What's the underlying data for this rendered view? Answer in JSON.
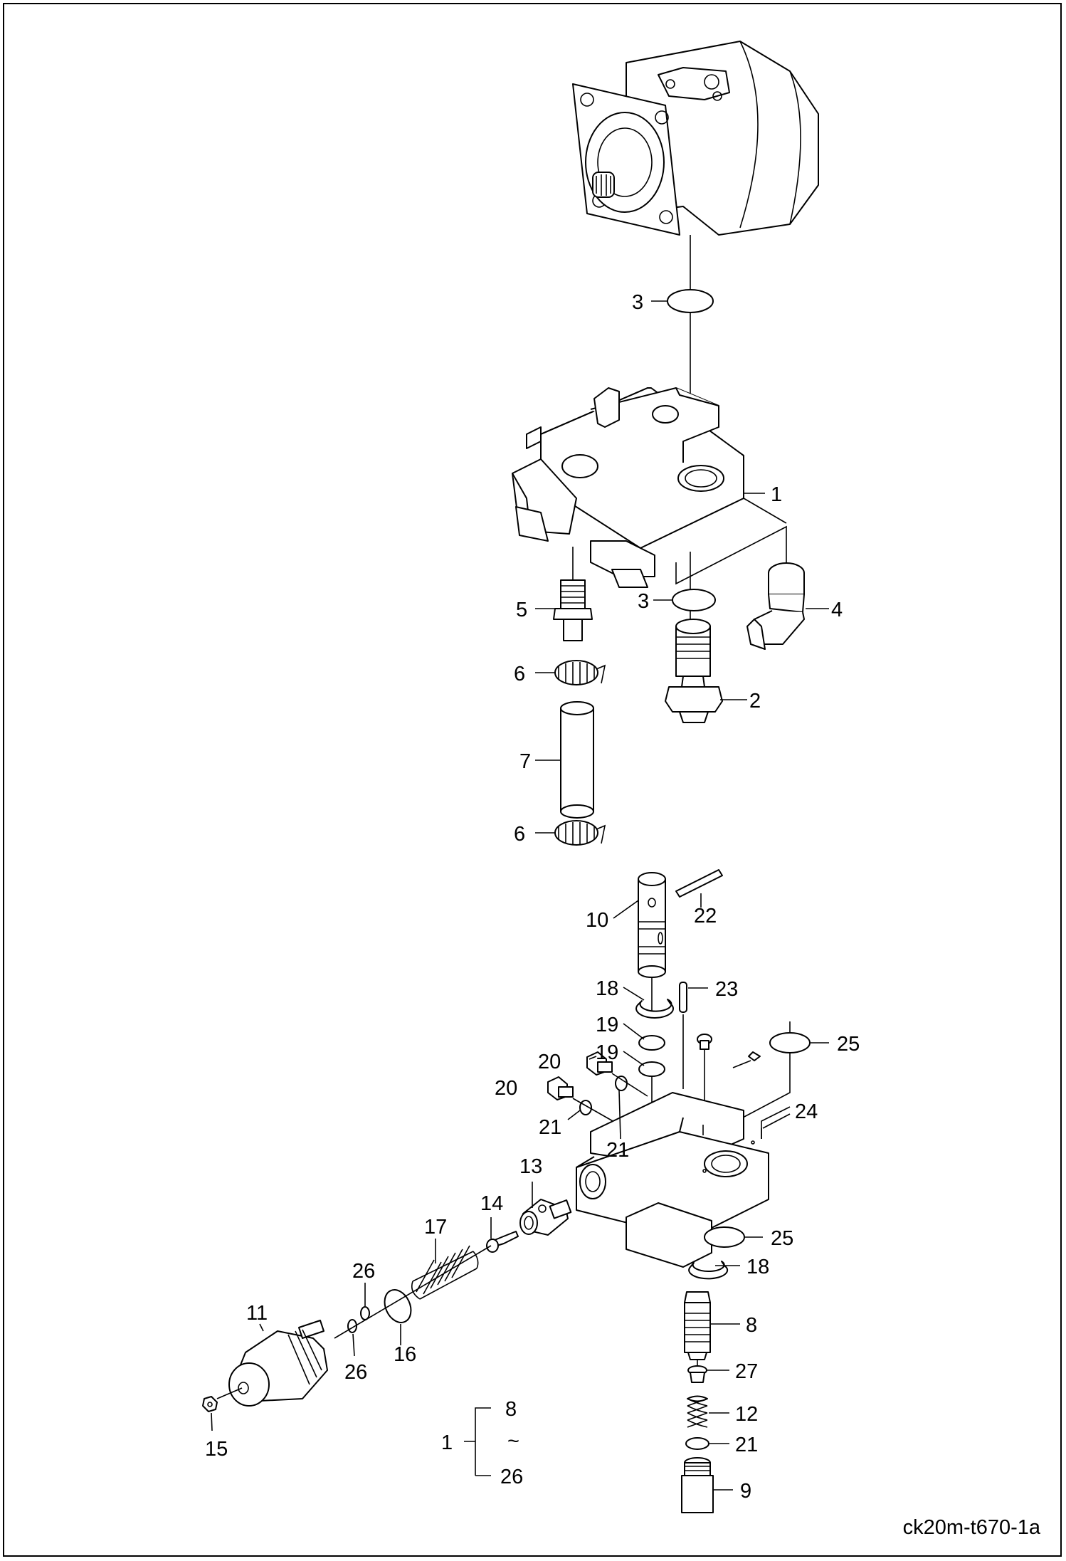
{
  "drawing_id": "ck20m-t670-1a",
  "callouts": [
    {
      "name": "callout-3-top",
      "text": "3"
    },
    {
      "name": "callout-1",
      "text": "1"
    },
    {
      "name": "callout-3-mid",
      "text": "3"
    },
    {
      "name": "callout-4",
      "text": "4"
    },
    {
      "name": "callout-5",
      "text": "5"
    },
    {
      "name": "callout-6-top",
      "text": "6"
    },
    {
      "name": "callout-2",
      "text": "2"
    },
    {
      "name": "callout-7",
      "text": "7"
    },
    {
      "name": "callout-6-bottom",
      "text": "6"
    },
    {
      "name": "callout-10",
      "text": "10"
    },
    {
      "name": "callout-22",
      "text": "22"
    },
    {
      "name": "callout-18-top",
      "text": "18"
    },
    {
      "name": "callout-23",
      "text": "23"
    },
    {
      "name": "callout-19-a",
      "text": "19"
    },
    {
      "name": "callout-19-b",
      "text": "19"
    },
    {
      "name": "callout-25-top",
      "text": "25"
    },
    {
      "name": "callout-20-a",
      "text": "20"
    },
    {
      "name": "callout-20-b",
      "text": "20"
    },
    {
      "name": "callout-24",
      "text": "24"
    },
    {
      "name": "callout-21-a",
      "text": "21"
    },
    {
      "name": "callout-21-b",
      "text": "21"
    },
    {
      "name": "callout-13",
      "text": "13"
    },
    {
      "name": "callout-14",
      "text": "14"
    },
    {
      "name": "callout-17",
      "text": "17"
    },
    {
      "name": "callout-25-bottom",
      "text": "25"
    },
    {
      "name": "callout-18-bottom",
      "text": "18"
    },
    {
      "name": "callout-26-a",
      "text": "26"
    },
    {
      "name": "callout-11",
      "text": "11"
    },
    {
      "name": "callout-8",
      "text": "8"
    },
    {
      "name": "callout-16",
      "text": "16"
    },
    {
      "name": "callout-26-b",
      "text": "26"
    },
    {
      "name": "callout-27",
      "text": "27"
    },
    {
      "name": "callout-12",
      "text": "12"
    },
    {
      "name": "callout-15",
      "text": "15"
    },
    {
      "name": "callout-21-c",
      "text": "21"
    },
    {
      "name": "callout-9",
      "text": "9"
    }
  ],
  "range_legend": {
    "assembly": "1",
    "from": "8",
    "tilde": "~",
    "to": "26"
  }
}
